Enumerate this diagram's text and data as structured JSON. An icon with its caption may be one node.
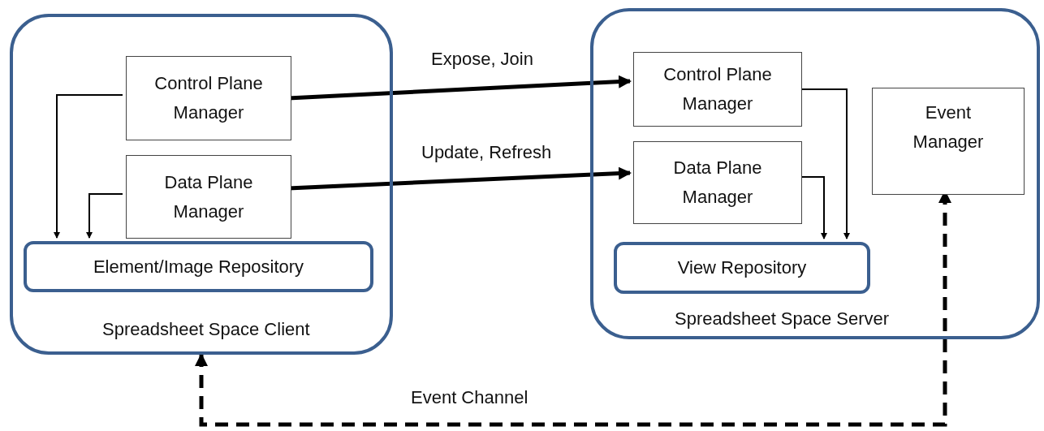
{
  "diagram": {
    "nodes": [
      {
        "text": [
          "Spreadsheet Space Client"
        ]
      },
      {
        "text": [
          "Control Plane Manager"
        ],
        "in": 0
      },
      {
        "text": [
          "Data Plane Manager"
        ],
        "in": 0
      },
      {
        "text": [
          "Element/Image Repository"
        ],
        "in": 0
      },
      {
        "text": [
          "Spreadsheet Space Server"
        ]
      },
      {
        "text": [
          "Control Plane Manager"
        ],
        "in": 4
      },
      {
        "text": [
          "Data Plane Manager"
        ],
        "in": 4
      },
      {
        "text": [
          "Event Manager"
        ],
        "in": 4
      },
      {
        "text": [
          "View Repository"
        ],
        "in": 4
      }
    ],
    "edges": [
      {
        "from": 1,
        "to": 3,
        "arrow": "to"
      },
      {
        "from": 2,
        "to": 3,
        "arrow": "to"
      },
      {
        "from": 1,
        "to": 5,
        "arrow": "to",
        "label": "Expose, Join",
        "style": "thick"
      },
      {
        "from": 2,
        "to": 6,
        "arrow": "to",
        "label": "Update, Refresh",
        "style": "thick"
      },
      {
        "from": 5,
        "to": 8,
        "arrow": "to"
      },
      {
        "from": 6,
        "to": 8,
        "arrow": "to"
      },
      {
        "from": 7,
        "to": 0,
        "arrow": "both",
        "label": "Event Channel",
        "style": "dashed"
      }
    ]
  }
}
